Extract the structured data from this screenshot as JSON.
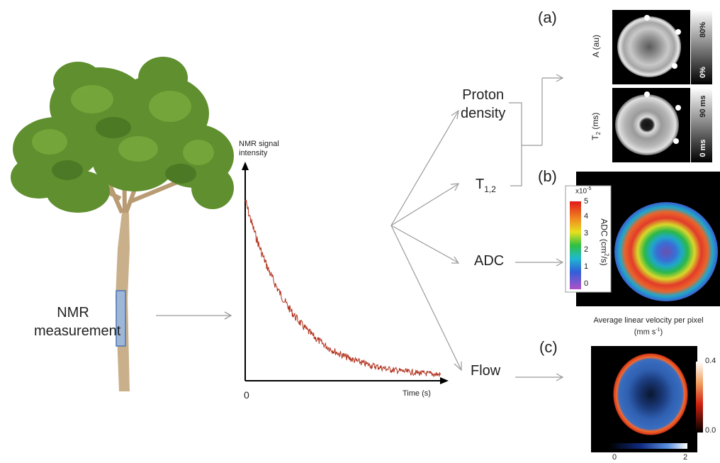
{
  "left": {
    "measurement_label_line1": "NMR",
    "measurement_label_line2": "measurement"
  },
  "decay_plot": {
    "y_label_line1": "NMR signal",
    "y_label_line2": "intensity",
    "x_origin": "0",
    "x_label": "Time (s)"
  },
  "branches": {
    "proton_line1": "Proton",
    "proton_line2": "density",
    "t12_main": "T",
    "t12_sub": "1,2",
    "adc": "ADC",
    "flow": "Flow"
  },
  "panel_a": {
    "letter": "(a)",
    "top_axis": "A (au)",
    "top_scale_max": "80%",
    "top_scale_min": "0%",
    "bottom_axis_main": "T",
    "bottom_axis_sub": "2",
    "bottom_axis_unit": " (ms)",
    "bottom_scale_max": "90 ms",
    "bottom_scale_min": "0 ms"
  },
  "panel_b": {
    "letter": "(b)",
    "scale_exp": "x10",
    "scale_exp_sup": "-5",
    "ticks": [
      "5",
      "4",
      "3",
      "2",
      "1",
      "0"
    ],
    "axis_label_main": "ADC (cm",
    "axis_label_sup": "2",
    "axis_label_end": "/s)"
  },
  "panel_c": {
    "letter": "(c)",
    "title_line1": "Average linear velocity per pixel",
    "title_line2_main": "(mm s",
    "title_line2_sup": "-1",
    "title_line2_end": ")",
    "right_max": "0.4",
    "right_min": "0.0",
    "bottom_min": "0",
    "bottom_max": "2"
  },
  "colors": {
    "signal": "#b2321d",
    "arrow": "#9a9a9a",
    "foliage": "#5f8f2e",
    "trunk": "#c9b08a"
  }
}
